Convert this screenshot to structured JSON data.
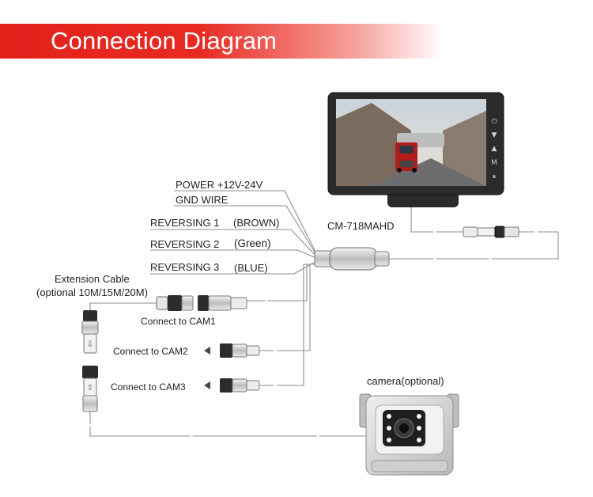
{
  "title": "Connection Diagram",
  "colors": {
    "banner_red": "#e3211c",
    "wire": "#9a9a9a",
    "monitor_body": "#2b2b2b",
    "camera_body": "#d7d7d7"
  },
  "wires": {
    "power": "POWER +12V-24V",
    "gnd": "GND WIRE",
    "rev1_name": "REVERSING 1",
    "rev1_color": "(BROWN)",
    "rev2_name": "REVERSING 2",
    "rev2_color": "(Green)",
    "rev3_name": "REVERSING 3",
    "rev3_color": "(BLUE)"
  },
  "monitor": {
    "model": "CM-718MAHD",
    "buttons": [
      "⏻",
      "▼",
      "▲",
      "M",
      "⏸"
    ]
  },
  "extension": {
    "line1": "Extension Cable",
    "line2": "(optional 10M/15M/20M)"
  },
  "connectors": {
    "cam1": "Connect to CAM1",
    "cam2": "Connect to CAM2",
    "cam3": "Connect to CAM3"
  },
  "camera": {
    "label": "camera(optional)"
  }
}
